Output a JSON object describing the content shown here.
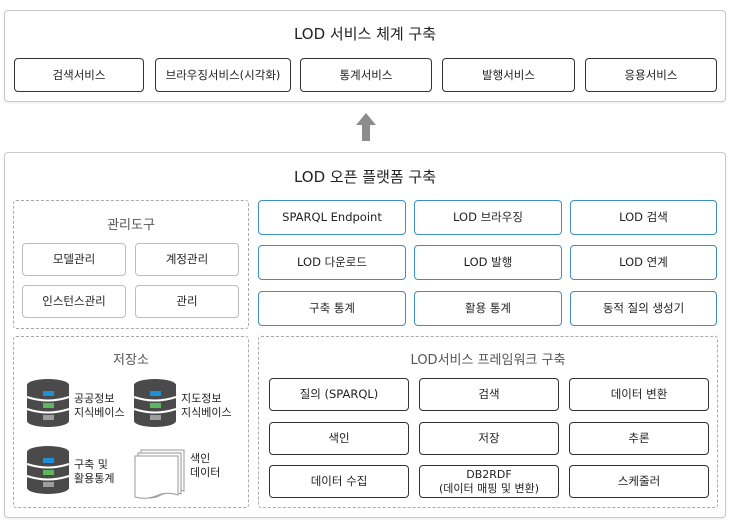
{
  "services": {
    "title": "LOD 서비스 체계 구축",
    "items": [
      "검색서비스",
      "브라우징서비스(시각화)",
      "통계서비스",
      "발행서비스",
      "응용서비스"
    ]
  },
  "platform": {
    "title": "LOD 오픈 플랫폼 구축",
    "mgmt": {
      "title": "관리도구",
      "items": [
        "모델관리",
        "계정관리",
        "인스턴스관리",
        "관리"
      ]
    },
    "features": [
      "SPARQL Endpoint",
      "LOD 브라우징",
      "LOD 검색",
      "LOD 다운로드",
      "LOD 발행",
      "LOD 연계",
      "구축 통계",
      "활용 통계",
      "동적 질의 생성기"
    ],
    "storage": {
      "title": "저장소",
      "items": [
        {
          "line1": "공공정보",
          "line2": "지식베이스"
        },
        {
          "line1": "지도정보",
          "line2": "지식베이스"
        },
        {
          "line1": "구축 및",
          "line2": "활용통계"
        },
        {
          "line1": "색인",
          "line2": "데이터"
        }
      ]
    },
    "framework": {
      "title": "LOD서비스 프레임워크 구축",
      "items": [
        {
          "line1": "질의 (SPARQL)",
          "line2": ""
        },
        {
          "line1": "검색",
          "line2": ""
        },
        {
          "line1": "데이터 변환",
          "line2": ""
        },
        {
          "line1": "색인",
          "line2": ""
        },
        {
          "line1": "저장",
          "line2": ""
        },
        {
          "line1": "추론",
          "line2": ""
        },
        {
          "line1": "데이터 수집",
          "line2": ""
        },
        {
          "line1": "DB2RDF",
          "line2": "(데이터 매핑 및 변환)"
        },
        {
          "line1": "스케줄러",
          "line2": ""
        }
      ]
    }
  },
  "colors": {
    "feature_border": "#3e8ec2",
    "db_green": "#5cb85c",
    "db_blue": "#1e90d6",
    "db_body": "#4a4a4a"
  }
}
